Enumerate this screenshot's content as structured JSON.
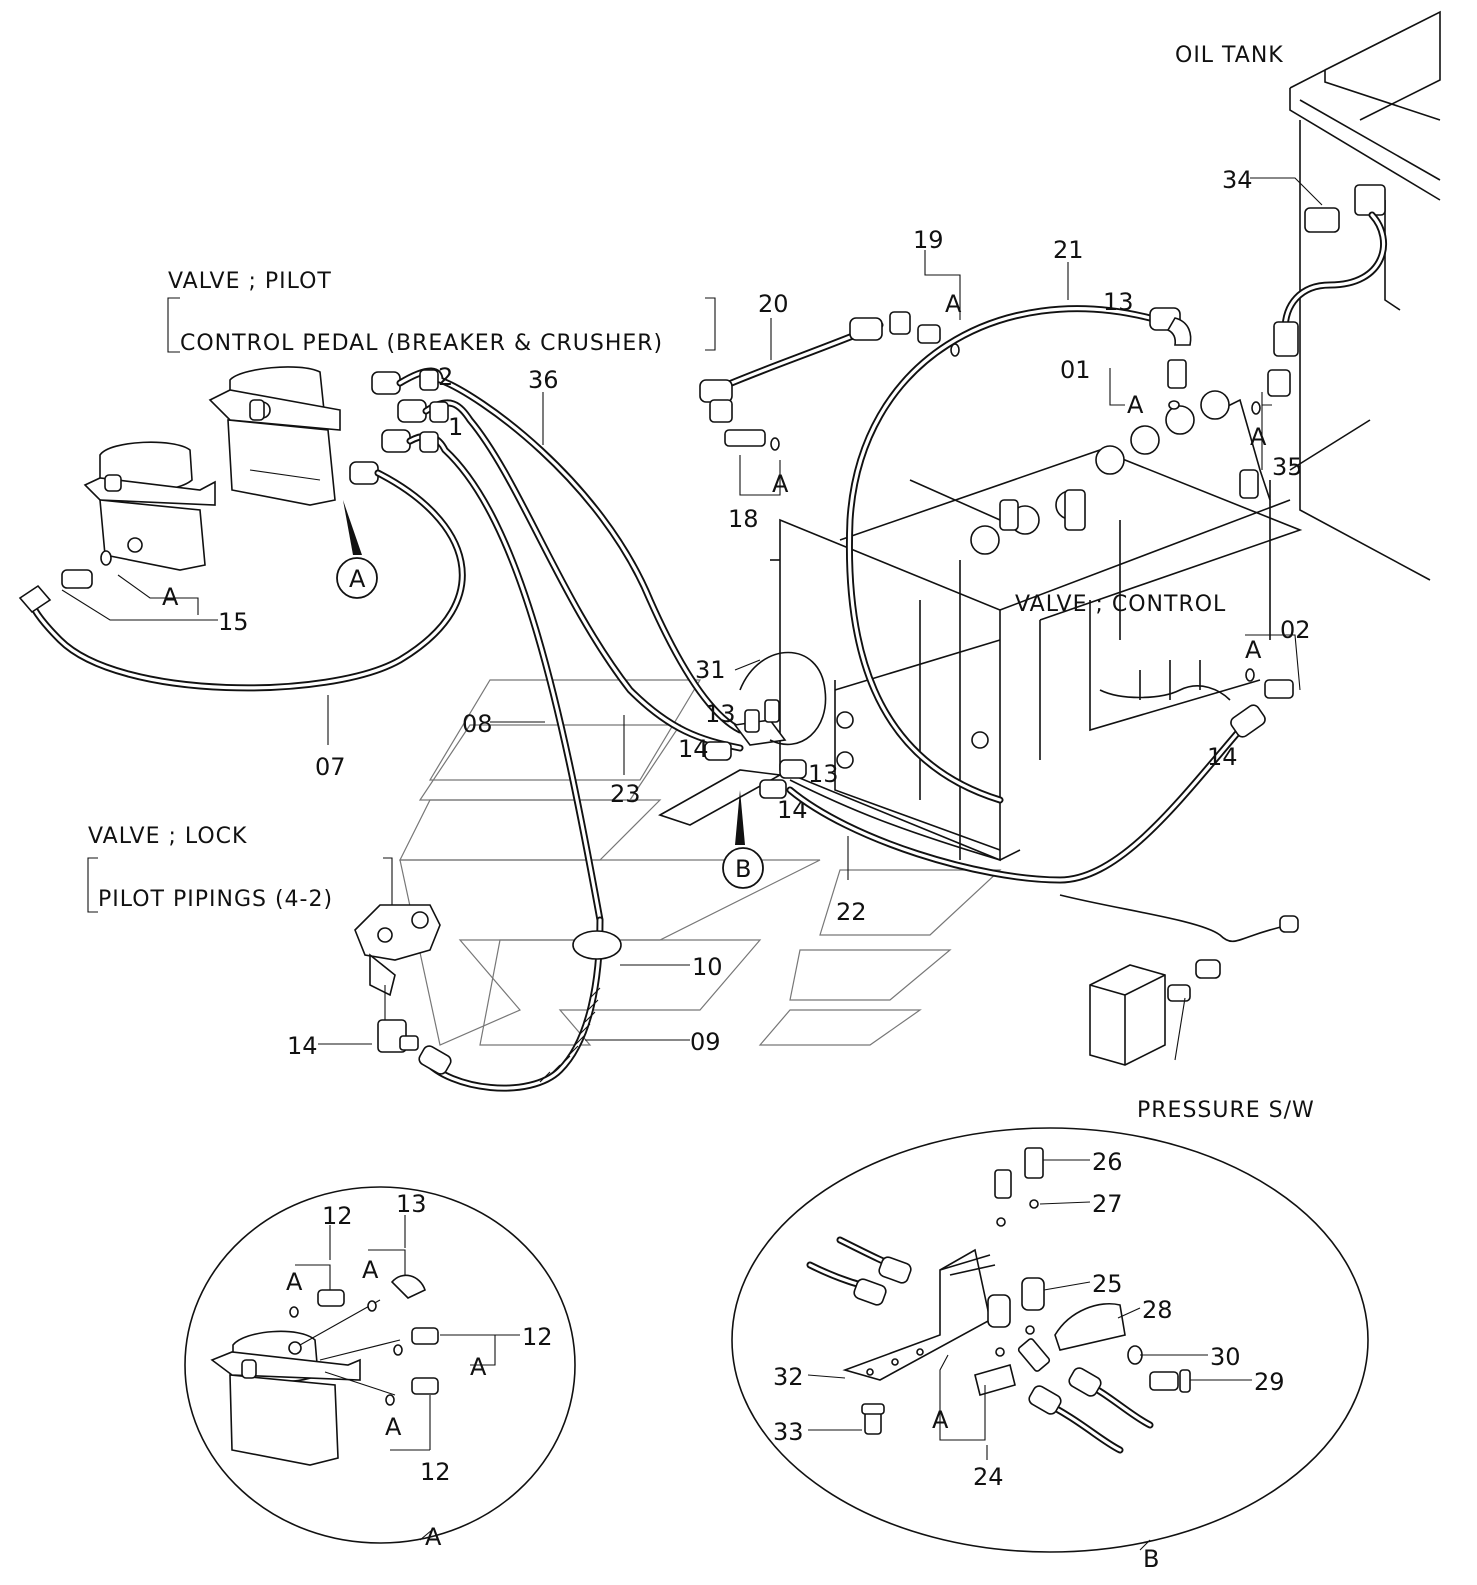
{
  "labels": {
    "oil_tank": "OIL TANK",
    "valve_pilot": "VALVE ; PILOT",
    "control_pedal": "CONTROL PEDAL (BREAKER & CRUSHER)",
    "valve_control": "VALVE ; CONTROL",
    "valve_lock": "VALVE ; LOCK",
    "pilot_pipings": "PILOT  PIPINGS (4-2)",
    "pressure_sw": "PRESSURE S/W"
  },
  "callouts": {
    "p34": "34",
    "p19": "19",
    "p21": "21",
    "p20": "20",
    "p13a": "13",
    "p01": "01",
    "a01": "A",
    "a19": "A",
    "a35": "A",
    "p35": "35",
    "p18": "18",
    "a18": "A",
    "p2": "2",
    "p36": "36",
    "p1": "1",
    "a15": "A",
    "p15": "15",
    "p07": "07",
    "p02": "02",
    "a02": "A",
    "p31": "31",
    "p13b": "13",
    "p08": "08",
    "p14a": "14",
    "p23": "23",
    "p13c": "13",
    "p14b": "14",
    "p14c": "14",
    "p22": "22",
    "p10": "10",
    "p09": "09",
    "p14d": "14"
  },
  "view_markers": {
    "circle_a": "A",
    "circle_b": "B"
  },
  "detail_a": {
    "title": "A",
    "callouts": {
      "n12a": "12",
      "n13": "13",
      "aa1": "A",
      "aa2": "A",
      "n12b": "12",
      "aa3": "A",
      "aa4": "A",
      "n12c": "12"
    }
  },
  "detail_b": {
    "title": "B",
    "callouts": {
      "n26": "26",
      "n27": "27",
      "n25": "25",
      "n28": "28",
      "n30": "30",
      "n29": "29",
      "n32": "32",
      "n33": "33",
      "ab": "A",
      "n24": "24"
    }
  }
}
